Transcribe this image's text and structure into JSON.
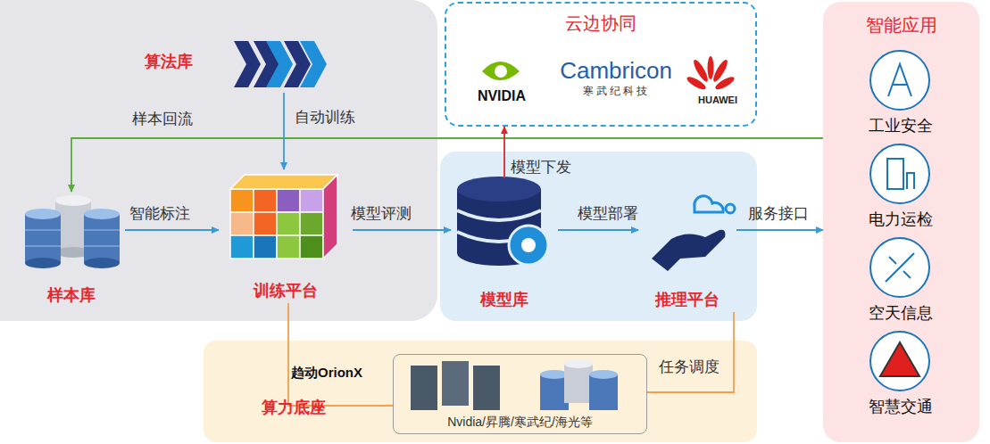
{
  "diagram": {
    "nodes": [
      {
        "text": [
          "算法库"
        ]
      },
      {
        "text": [
          "云边协同"
        ]
      },
      {
        "text": [
          "NVIDIA"
        ],
        "in": 1
      },
      {
        "text": [
          "Cambricon",
          "寒武纪科技"
        ],
        "in": 1
      },
      {
        "text": [
          "HUAWEI"
        ],
        "in": 1
      },
      {
        "text": [
          "智能应用"
        ]
      },
      {
        "text": [
          "工业安全"
        ],
        "in": 5
      },
      {
        "text": [
          "电力运检"
        ],
        "in": 5
      },
      {
        "text": [
          "空天信息"
        ],
        "in": 5
      },
      {
        "text": [
          "智慧交通"
        ],
        "in": 5
      },
      {
        "text": [
          "样本库"
        ]
      },
      {
        "text": [
          "训练平台"
        ]
      },
      {
        "text": [
          "模型库"
        ]
      },
      {
        "text": [
          "推理平台"
        ]
      },
      {
        "text": [
          "算力底座"
        ]
      },
      {
        "text": [
          "Nvidia/昇腾/寒武纪/海光等"
        ],
        "in": 14
      }
    ],
    "edges": [
      {
        "from": 5,
        "to": 10,
        "label": "样本回流",
        "arrow": "to"
      },
      {
        "from": 0,
        "to": 11,
        "label": "自动训练",
        "arrow": "to"
      },
      {
        "from": 10,
        "to": 11,
        "label": "智能标注",
        "arrow": "to"
      },
      {
        "from": 11,
        "to": 12,
        "label": "模型评测",
        "arrow": "to"
      },
      {
        "from": 12,
        "to": 1,
        "label": "模型下发",
        "arrow": "to"
      },
      {
        "from": 12,
        "to": 13,
        "label": "模型部署",
        "arrow": "to"
      },
      {
        "from": 13,
        "to": 5,
        "label": "服务接口",
        "arrow": "to"
      },
      {
        "from": 11,
        "to": 15,
        "arrow": "none"
      },
      {
        "from": 13,
        "to": 15,
        "label": "任务调度",
        "arrow": "none"
      }
    ],
    "labels": [
      "趋动OrionX"
    ]
  }
}
